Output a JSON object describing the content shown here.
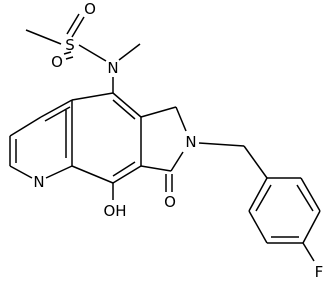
{
  "structure": {
    "atoms": {
      "sulfur": "S",
      "sulfonyl_oxygen_top": "O",
      "sulfonyl_oxygen_left": "O",
      "sulfonamide_nitrogen": "N",
      "lactam_nitrogen": "N",
      "pyridine_nitrogen": "N",
      "hydroxyl": "OH",
      "carbonyl_oxygen": "O",
      "fluorine": "F"
    },
    "line_color": "#000000"
  }
}
